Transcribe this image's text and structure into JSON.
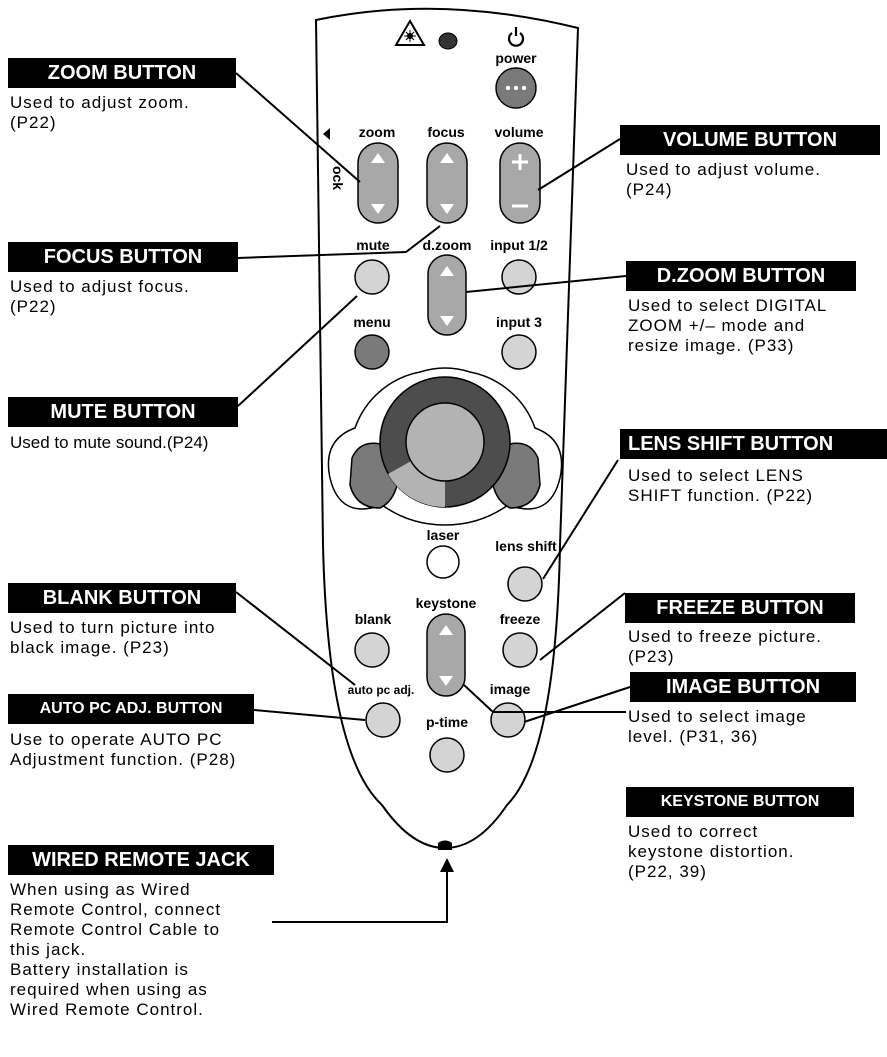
{
  "remote": {
    "power_label": "power",
    "zoom_label": "zoom",
    "focus_label": "focus",
    "volume_label": "volume",
    "lock_label": "ock",
    "mute_label": "mute",
    "dzoom_label": "d.zoom",
    "input12_label": "input 1/2",
    "menu_label": "menu",
    "input3_label": "input 3",
    "laser_label": "laser",
    "lensshift_label": "lens shift",
    "keystone_label": "keystone",
    "blank_label": "blank",
    "freeze_label": "freeze",
    "autopc_label": "auto pc adj.",
    "image_label": "image",
    "ptime_label": "p-time"
  },
  "callouts": {
    "zoom": {
      "title": "ZOOM BUTTON",
      "desc": "Used to adjust zoom.\n(P22)"
    },
    "focus": {
      "title": "FOCUS BUTTON",
      "desc": "Used to adjust focus.\n(P22)"
    },
    "mute": {
      "title": "MUTE BUTTON",
      "desc": "Used to mute sound.(P24)"
    },
    "blank": {
      "title": "BLANK BUTTON",
      "desc": "Used to turn picture into\nblack image.  (P23)"
    },
    "autopc": {
      "title": "AUTO PC ADJ. BUTTON",
      "desc": "Use to operate AUTO PC\nAdjustment function.  (P28)"
    },
    "wired": {
      "title": "WIRED REMOTE JACK",
      "desc": "When using as Wired\nRemote Control, connect\nRemote Control Cable  to\nthis jack.\nBattery installation is\nrequired when using as\nWired Remote Control."
    },
    "volume": {
      "title": "VOLUME BUTTON",
      "desc": "Used to adjust volume.\n(P24)"
    },
    "dzoom": {
      "title": "D.ZOOM BUTTON",
      "desc": "Used to select DIGITAL\nZOOM +/– mode and\nresize image. (P33)"
    },
    "lensshift": {
      "title": "LENS SHIFT  BUTTON",
      "desc": "Used to select LENS\nSHIFT function.  (P22)"
    },
    "freeze": {
      "title": "FREEZE BUTTON",
      "desc": "Used to freeze picture.\n(P23)"
    },
    "image": {
      "title": "IMAGE BUTTON",
      "desc": "Used to select image\nlevel.  (P31, 36)"
    },
    "keystone": {
      "title": "KEYSTONE BUTTON",
      "desc": "Used to correct\nkeystone distortion.\n(P22, 39)"
    }
  }
}
